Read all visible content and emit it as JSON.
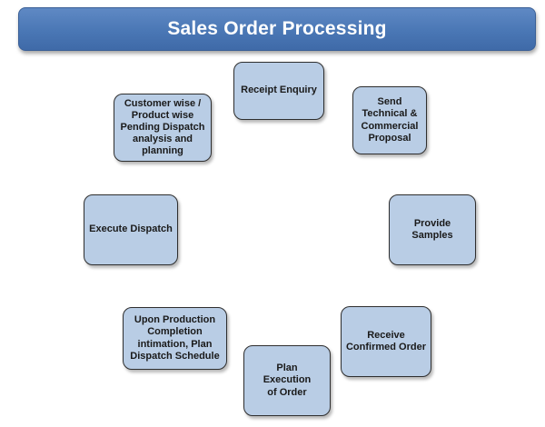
{
  "title": "Sales Order Processing",
  "steps": [
    "Receipt Enquiry",
    "Send\nTechnical &\nCommercial\nProposal",
    "Provide\nSamples",
    "Receive\nConfirmed Order",
    "Plan\nExecution\nof Order",
    "Upon Production\nCompletion\nintimation, Plan\nDispatch Schedule",
    "Execute Dispatch",
    "Customer wise /\nProduct wise\nPending Dispatch\nanalysis and\nplanning"
  ],
  "colors": {
    "title_bar": "#4a77b5",
    "step_fill": "#b9cde5",
    "step_border": "#2e2e2e"
  }
}
